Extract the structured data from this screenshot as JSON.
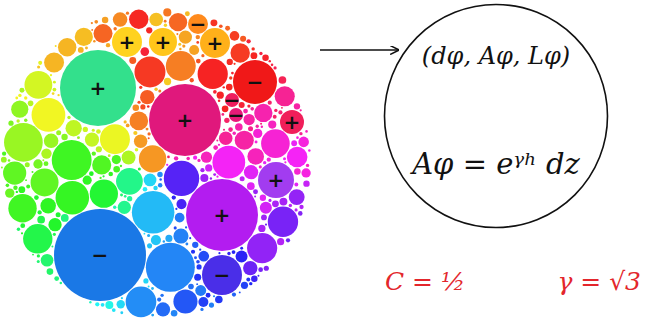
{
  "diagram": {
    "nodes": [
      {
        "text": [
          "−",
          "+",
          "+",
          "+",
          "−",
          "+",
          "−",
          "−",
          "+",
          "+",
          "+",
          "+",
          "−",
          "−"
        ]
      },
      {
        "text": [
          "(dφ, Aφ, Lφ)",
          "Aφ = eᵞʰ dz"
        ]
      }
    ],
    "edges": [
      {
        "from": 0,
        "to": 1,
        "arrow": "to"
      }
    ],
    "labels": [
      "C = ½",
      "γ = √3"
    ]
  }
}
